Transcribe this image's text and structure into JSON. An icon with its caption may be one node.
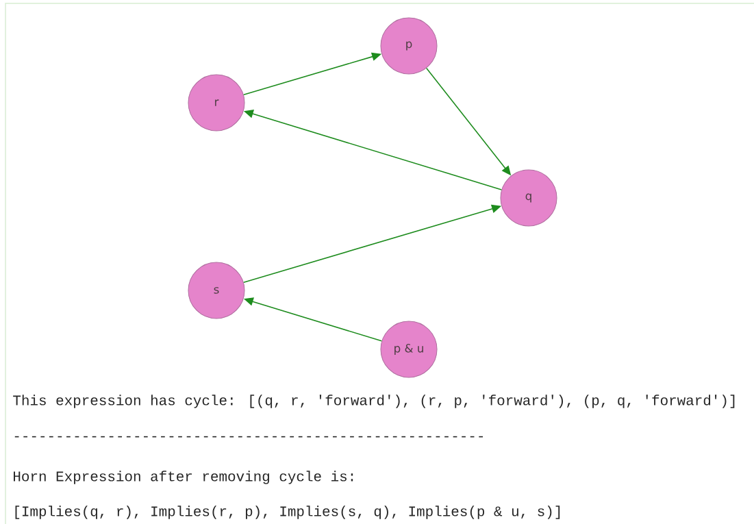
{
  "diagram": {
    "nodes": [
      {
        "text": [
          "p"
        ]
      },
      {
        "text": [
          "r"
        ]
      },
      {
        "text": [
          "q"
        ]
      },
      {
        "text": [
          "s"
        ]
      },
      {
        "text": [
          "p & u"
        ]
      }
    ],
    "edges": [
      {
        "from": 1,
        "to": 0,
        "arrow": "to"
      },
      {
        "from": 0,
        "to": 2,
        "arrow": "to"
      },
      {
        "from": 2,
        "to": 1,
        "arrow": "to"
      },
      {
        "from": 3,
        "to": 2,
        "arrow": "to"
      },
      {
        "from": 4,
        "to": 3,
        "arrow": "to"
      }
    ],
    "labels": [
      "This expression has cycle:  [(q, r, 'forward'), (r, p, 'forward'), (p, q, 'forward')]",
      "-------------------------------------------------------",
      "Horn Expression after removing cycle is:",
      "[Implies(q, r), Implies(r, p), Implies(s, q), Implies(p & u, s)]"
    ]
  }
}
